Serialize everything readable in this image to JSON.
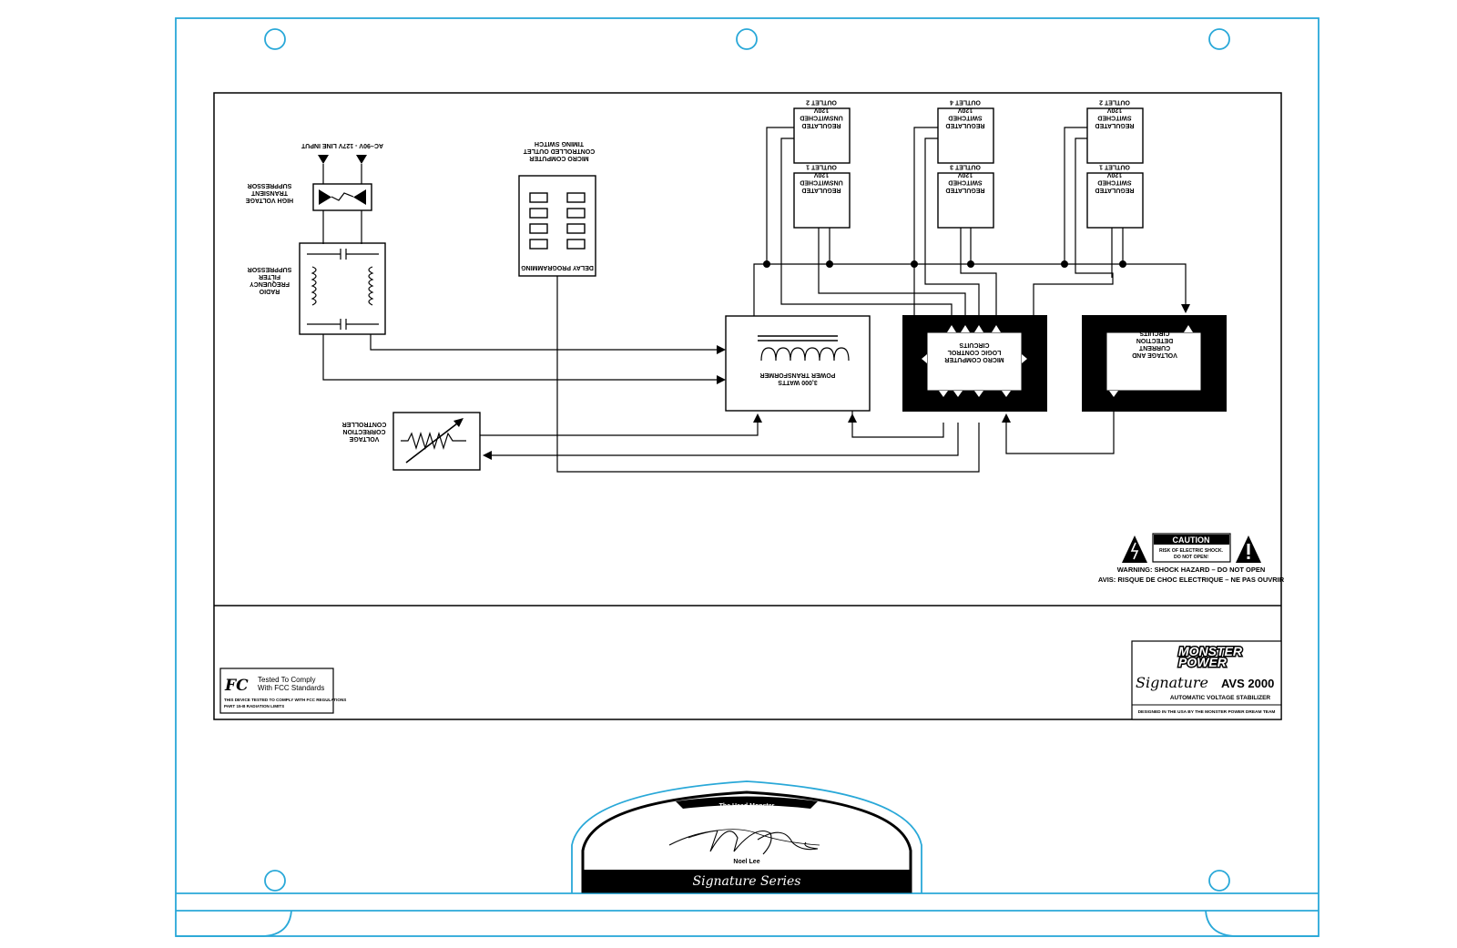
{
  "diagram": {
    "line_input": "AC~90V - 127V LINE INPUT",
    "transient_suppressor": [
      "HIGH VOLTAGE",
      "TRANSIENT",
      "SUPPRESSOR"
    ],
    "rf_filter": [
      "RADIO",
      "FREQUENCY",
      "FILTER",
      "SUPPRESSOR"
    ],
    "timing_switch": [
      "MICRO COMPUTER",
      "CONTROLLED OUTLET",
      "TIMING SWITCH"
    ],
    "delay_programming": "DELAY PROGRAMMING",
    "voltage_controller": [
      "VOLTAGE",
      "CORRECTION",
      "CONTROLLER"
    ],
    "transformer": [
      "3,000 WATTS",
      "POWER TRANSFORMER"
    ],
    "logic": [
      "MICRO COMPUTER",
      "LOGIC CONTROL",
      "CIRCUITS"
    ],
    "detection": [
      "VOLTAGE AND",
      "CURRENT",
      "DETECTION",
      "CIRCUITS"
    ],
    "outlets": [
      {
        "lines": [
          "REGULATED",
          "UNSWITCHED",
          "120V",
          "OUTLET 2"
        ]
      },
      {
        "lines": [
          "REGULATED",
          "UNSWITCHED",
          "120V",
          "OUTLET 1"
        ]
      },
      {
        "lines": [
          "REGULATED",
          "SWITCHED",
          "120V",
          "OUTLET 4"
        ]
      },
      {
        "lines": [
          "REGULATED",
          "SWITCHED",
          "120V",
          "OUTLET 3"
        ]
      },
      {
        "lines": [
          "REGULATED",
          "SWITCHED",
          "120V",
          "OUTLET 2"
        ]
      },
      {
        "lines": [
          "REGULATED",
          "SWITCHED",
          "120V",
          "OUTLET 1"
        ]
      }
    ]
  },
  "caution": {
    "title": "CAUTION",
    "line1": "RISK OF ELECTRIC SHOCK.",
    "line2": "DO NOT OPEN!",
    "warning_en": "WARNING: SHOCK HAZARD – DO NOT OPEN",
    "warning_fr": "AVIS: RISQUE DE CHOC ELECTRIQUE – NE PAS OUVRIR"
  },
  "fcc": {
    "logo": "FC",
    "tested_line1": "Tested To Comply",
    "tested_line2": "With FCC Standards",
    "note_line1": "THIS DEVICE TESTED TO COMPLY WITH FCC REGULATIONS",
    "note_line2": "PART 15-B RADIATION LIMITS"
  },
  "brand": {
    "logo_line1": "MONSTER",
    "logo_line2": "POWER",
    "signature": "Signature",
    "model": "AVS 2000",
    "subtitle": "AUTOMATIC VOLTAGE STABILIZER",
    "designed": "DESIGNED IN THE USA BY THE MONSTER POWER DREAM TEAM"
  },
  "badge": {
    "head": "The Head Monster",
    "name": "Noel Lee",
    "series": "Signature Series"
  },
  "colors": {
    "outline": "#29a8d8",
    "ink": "#000000"
  }
}
